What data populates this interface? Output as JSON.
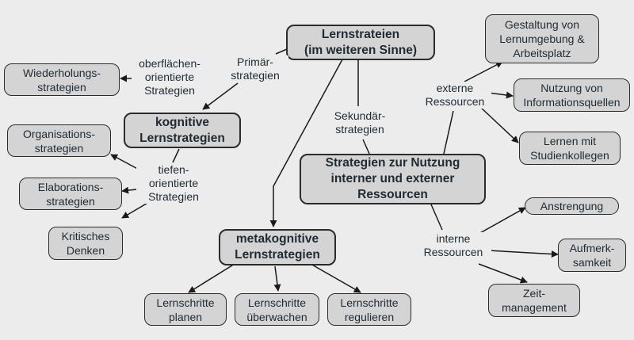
{
  "nodes": {
    "root": "Lernstrateien\n(im weiteren Sinne)",
    "kognitive": "kognitive\nLernstrategien",
    "metakognitive": "metakognitive\nLernstrategien",
    "ressourcen": "Strategien zur Nutzung\ninterner und externer\nRessourcen",
    "wiederholung": "Wiederholungs-\nstrategien",
    "organisation": "Organisations-\nstrategien",
    "elaboration": "Elaborations-\nstrategien",
    "kritisch": "Kritisches\nDenken",
    "planen": "Lernschritte\nplanen",
    "ueberwachen": "Lernschritte\nüberwachen",
    "regulieren": "Lernschritte\nregulieren",
    "gestaltung": "Gestaltung von\nLernumgebung &\nArbeitsplatz",
    "informationsquellen": "Nutzung von\nInformationsquellen",
    "studienkollegen": "Lernen mit\nStudienkollegen",
    "anstrengung": "Anstrengung",
    "aufmerksamkeit": "Aufmerk-\nsamkeit",
    "zeitmanagement": "Zeit-\nmanagement"
  },
  "labels": {
    "oberflaechen": "oberflächen-\norientierte\nStrategien",
    "primaer": "Primär-\nstrategien",
    "sekundaer": "Sekundär-\nstrategien",
    "tiefen": "tiefen-\norientierte\nStrategien",
    "externe": "externe\nRessourcen",
    "interne": "interne\nRessourcen"
  },
  "colors": {
    "background": "#ececec",
    "node_fill": "#d4d4d4",
    "border": "#2b2b2b",
    "text": "#1f2a33"
  }
}
